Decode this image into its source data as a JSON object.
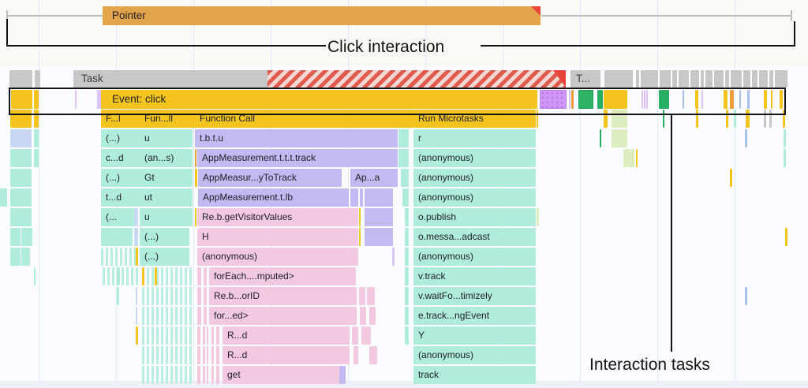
{
  "annotations": {
    "bracket_label": "Click interaction",
    "line_label": "Interaction tasks"
  },
  "pointer": {
    "label": "Pointer"
  },
  "task": {
    "label": "Task",
    "overflow_label": "T...",
    "leading_segments": [
      [
        12,
        29
      ],
      [
        44,
        7
      ]
    ],
    "trailing_segments": [
      [
        766,
        36
      ],
      [
        806,
        4
      ],
      [
        812,
        22
      ],
      [
        836,
        14
      ],
      [
        852,
        6
      ],
      [
        860,
        13
      ],
      [
        875,
        11
      ],
      [
        888,
        4
      ],
      [
        894,
        9
      ],
      [
        905,
        12
      ],
      [
        919,
        5
      ],
      [
        926,
        14
      ],
      [
        942,
        9
      ],
      [
        953,
        7
      ],
      [
        962,
        11
      ],
      [
        975,
        5
      ],
      [
        982,
        16
      ]
    ]
  },
  "event": {
    "label": "Event: click",
    "segments": [
      [
        14,
        27,
        "yellow"
      ],
      [
        43,
        6,
        "yellow"
      ],
      [
        95,
        2,
        "lavender"
      ],
      [
        123,
        5,
        "lavender"
      ],
      [
        684,
        34,
        "violet"
      ],
      [
        721,
        2,
        "lavender"
      ],
      [
        724,
        3,
        "orange"
      ],
      [
        733,
        19,
        "green_d"
      ],
      [
        757,
        7,
        "green"
      ],
      [
        765,
        30,
        "yellow"
      ],
      [
        813,
        2,
        "lavender"
      ],
      [
        816,
        2,
        "lavender"
      ],
      [
        819,
        2,
        "lavender"
      ],
      [
        835,
        13,
        "green"
      ],
      [
        865,
        2,
        "blue_sl"
      ],
      [
        881,
        4,
        "yellow"
      ],
      [
        889,
        2,
        "lavender"
      ],
      [
        917,
        5,
        "yellow"
      ],
      [
        925,
        5,
        "orange"
      ],
      [
        937,
        2,
        "blue_sl"
      ],
      [
        947,
        3,
        "blue_sl"
      ],
      [
        968,
        4,
        "yellow"
      ],
      [
        977,
        2,
        "yellow"
      ],
      [
        988,
        4,
        "yellow"
      ]
    ]
  },
  "flame_rows": [
    [
      [
        13,
        27,
        "yellow"
      ],
      [
        43,
        6,
        "yellow"
      ],
      [
        128,
        47,
        "yellow",
        "F...l"
      ],
      [
        177,
        67,
        "yellow",
        "Fun...ll"
      ],
      [
        247,
        271,
        "yellow",
        "Function Call"
      ],
      [
        505,
        4,
        "yellow"
      ],
      [
        511,
        5,
        "yellow"
      ],
      [
        524,
        149,
        "yellow",
        "Run Microtasks"
      ],
      [
        676,
        2,
        "yellow"
      ],
      [
        680,
        2,
        "yellow"
      ],
      [
        765,
        5,
        "yellow"
      ],
      [
        775,
        20,
        "green_lt"
      ],
      [
        840,
        2,
        "green"
      ],
      [
        882,
        3,
        "yellow"
      ],
      [
        920,
        3,
        "yellow"
      ],
      [
        930,
        3,
        "teal"
      ],
      [
        945,
        5,
        "yellow"
      ],
      [
        968,
        3,
        "gray"
      ],
      [
        975,
        3,
        "gray"
      ],
      [
        992,
        3,
        "yellow"
      ]
    ],
    [
      [
        13,
        27,
        "blue_lt"
      ],
      [
        43,
        6,
        "teal"
      ],
      [
        128,
        47,
        "teal",
        "(...)"
      ],
      [
        177,
        57,
        "teal",
        "u"
      ],
      [
        236,
        8,
        "teal"
      ],
      [
        247,
        251,
        "purple",
        "t.b.t.u"
      ],
      [
        505,
        13,
        "teal"
      ],
      [
        513,
        5,
        "teal"
      ],
      [
        524,
        149,
        "teal",
        "r"
      ],
      [
        676,
        3,
        "teal"
      ],
      [
        760,
        2,
        "green"
      ],
      [
        775,
        20,
        "green_lt"
      ],
      [
        944,
        3,
        "blue_sl"
      ],
      [
        993,
        3,
        "teal"
      ]
    ],
    [
      [
        13,
        27,
        "teal"
      ],
      [
        43,
        6,
        "teal"
      ],
      [
        128,
        47,
        "teal",
        "c...d"
      ],
      [
        177,
        57,
        "teal",
        "(an...s)"
      ],
      [
        236,
        8,
        "teal"
      ],
      [
        247,
        2,
        "orange"
      ],
      [
        250,
        248,
        "purple",
        "AppMeasurement.t.t.t.track"
      ],
      [
        505,
        13,
        "teal"
      ],
      [
        513,
        5,
        "teal"
      ],
      [
        524,
        149,
        "teal",
        "(anonymous)"
      ],
      [
        676,
        3,
        "teal"
      ],
      [
        790,
        14,
        "green_lt"
      ],
      [
        806,
        2,
        "yellow"
      ],
      [
        993,
        3,
        "teal"
      ]
    ],
    [
      [
        13,
        27,
        "teal"
      ],
      [
        128,
        47,
        "teal",
        "(...)"
      ],
      [
        177,
        57,
        "teal",
        "Gt"
      ],
      [
        236,
        8,
        "teal"
      ],
      [
        247,
        3,
        "yellow"
      ],
      [
        251,
        174,
        "purple",
        "AppMeasur...yToTrack"
      ],
      [
        427,
        3,
        "purple"
      ],
      [
        431,
        2,
        "purple"
      ],
      [
        444,
        54,
        "purple",
        "Ap...a"
      ],
      [
        508,
        10,
        "teal"
      ],
      [
        513,
        5,
        "teal"
      ],
      [
        524,
        149,
        "teal",
        "(anonymous)"
      ],
      [
        676,
        3,
        "teal"
      ],
      [
        925,
        3,
        "yellow"
      ]
    ],
    [
      [
        0,
        9,
        "teal"
      ],
      [
        13,
        27,
        "teal"
      ],
      [
        128,
        47,
        "teal",
        "t...d"
      ],
      [
        177,
        45,
        "teal",
        "ut"
      ],
      [
        225,
        19,
        "teal"
      ],
      [
        251,
        177,
        "purple",
        "AppMeasurement.t.lb"
      ],
      [
        430,
        12,
        "purple"
      ],
      [
        444,
        10,
        "purple"
      ],
      [
        456,
        4,
        "purple"
      ],
      [
        462,
        36,
        "purple"
      ],
      [
        510,
        8,
        "teal"
      ],
      [
        524,
        149,
        "teal",
        "(anonymous)"
      ],
      [
        676,
        3,
        "teal"
      ]
    ],
    [
      [
        13,
        27,
        "teal"
      ],
      [
        128,
        40,
        "teal",
        "(..."
      ],
      [
        170,
        5,
        "blue_lt"
      ],
      [
        177,
        38,
        "teal",
        "u"
      ],
      [
        218,
        26,
        "teal"
      ],
      [
        247,
        2,
        "yellow"
      ],
      [
        250,
        198,
        "pink",
        "Re.b.getVisitorValues"
      ],
      [
        455,
        2,
        "yellow"
      ],
      [
        462,
        36,
        "purple"
      ],
      [
        513,
        5,
        "teal"
      ],
      [
        524,
        149,
        "teal",
        "o.publish"
      ],
      [
        676,
        3,
        "teal"
      ],
      [
        680,
        3,
        "green_lt"
      ]
    ],
    [
      [
        13,
        13,
        "teal"
      ],
      [
        27,
        14,
        "teal"
      ],
      [
        128,
        40,
        "teal"
      ],
      [
        170,
        5,
        "blue_lt"
      ],
      [
        177,
        57,
        "teal",
        "(...)"
      ],
      [
        250,
        198,
        "pink",
        "H"
      ],
      [
        455,
        2,
        "yellow"
      ],
      [
        462,
        36,
        "purple"
      ],
      [
        513,
        5,
        "teal"
      ],
      [
        524,
        149,
        "teal",
        "o.messa...adcast"
      ],
      [
        676,
        3,
        "teal"
      ],
      [
        995,
        3,
        "yellow"
      ]
    ],
    [
      [
        13,
        13,
        "teal"
      ],
      [
        27,
        11,
        "teal"
      ],
      [
        128,
        44,
        "stripes"
      ],
      [
        172,
        3,
        "yellow"
      ],
      [
        177,
        57,
        "teal",
        "(...)"
      ],
      [
        250,
        198,
        "pink",
        "(anonymous)"
      ],
      [
        497,
        3,
        "lavender"
      ],
      [
        513,
        5,
        "teal"
      ],
      [
        524,
        149,
        "teal",
        "(anonymous)"
      ],
      [
        676,
        3,
        "teal"
      ]
    ],
    [
      [
        43,
        2,
        "teal"
      ],
      [
        130,
        45,
        "stripes"
      ],
      [
        148,
        4,
        "teal"
      ],
      [
        180,
        65,
        "stripes"
      ],
      [
        180,
        3,
        "yellow"
      ],
      [
        196,
        3,
        "yellow"
      ],
      [
        250,
        5,
        "pink"
      ],
      [
        258,
        4,
        "pink"
      ],
      [
        265,
        180,
        "pink",
        "forEach....mputed>"
      ],
      [
        513,
        5,
        "teal"
      ],
      [
        524,
        149,
        "teal",
        "v.track"
      ],
      [
        676,
        3,
        "teal"
      ]
    ],
    [
      [
        148,
        3,
        "teal"
      ],
      [
        172,
        2,
        "blue_lt"
      ],
      [
        180,
        65,
        "stripes"
      ],
      [
        250,
        5,
        "pink"
      ],
      [
        258,
        4,
        "pink"
      ],
      [
        265,
        172,
        "pink",
        "Re.b...orID"
      ],
      [
        440,
        12,
        "pink"
      ],
      [
        455,
        8,
        "pink"
      ],
      [
        465,
        10,
        "pink"
      ],
      [
        513,
        5,
        "teal"
      ],
      [
        524,
        149,
        "teal",
        "v.waitFo...timizely"
      ],
      [
        676,
        3,
        "teal"
      ],
      [
        944,
        3,
        "blue_sl"
      ]
    ],
    [
      [
        172,
        2,
        "blue_lt"
      ],
      [
        180,
        65,
        "stripes"
      ],
      [
        250,
        5,
        "pink"
      ],
      [
        258,
        4,
        "pink"
      ],
      [
        265,
        172,
        "pink",
        "for...ed>"
      ],
      [
        440,
        12,
        "pink"
      ],
      [
        456,
        8,
        "pink"
      ],
      [
        468,
        8,
        "pink"
      ],
      [
        513,
        5,
        "teal"
      ],
      [
        524,
        149,
        "teal",
        "e.track...ngEvent"
      ],
      [
        676,
        3,
        "teal"
      ]
    ],
    [
      [
        172,
        3,
        "yellow"
      ],
      [
        180,
        65,
        "stripes"
      ],
      [
        250,
        4,
        "pink"
      ],
      [
        257,
        3,
        "pink"
      ],
      [
        262,
        2,
        "pink"
      ],
      [
        268,
        3,
        "pink"
      ],
      [
        274,
        4,
        "pink"
      ],
      [
        282,
        146,
        "pink",
        "R...d"
      ],
      [
        433,
        10,
        "pink"
      ],
      [
        446,
        8,
        "pink"
      ],
      [
        458,
        12,
        "pink"
      ],
      [
        513,
        5,
        "teal"
      ],
      [
        524,
        149,
        "teal",
        "Y"
      ],
      [
        676,
        3,
        "teal"
      ]
    ],
    [
      [
        180,
        65,
        "stripes"
      ],
      [
        250,
        4,
        "pink"
      ],
      [
        257,
        3,
        "pink"
      ],
      [
        262,
        2,
        "pink"
      ],
      [
        268,
        3,
        "pink"
      ],
      [
        274,
        4,
        "pink"
      ],
      [
        282,
        146,
        "pink",
        "R...d"
      ],
      [
        433,
        10,
        "pink"
      ],
      [
        448,
        6,
        "pink"
      ],
      [
        468,
        10,
        "pink"
      ],
      [
        524,
        149,
        "teal",
        "(anonymous)"
      ],
      [
        676,
        3,
        "teal"
      ]
    ],
    [
      [
        180,
        65,
        "stripes"
      ],
      [
        250,
        4,
        "pink"
      ],
      [
        257,
        3,
        "pink"
      ],
      [
        262,
        2,
        "pink"
      ],
      [
        268,
        3,
        "pink"
      ],
      [
        274,
        4,
        "pink"
      ],
      [
        282,
        145,
        "pink",
        "get"
      ],
      [
        430,
        8,
        "purple"
      ],
      [
        524,
        149,
        "teal",
        "track"
      ],
      [
        676,
        3,
        "teal"
      ]
    ]
  ],
  "colors": {
    "scripting_yellow": "#F3C41E",
    "task_gray": "#C7C7C7",
    "pointer_orange": "#E3A44C",
    "flame_purple": "#C3BAF4",
    "flame_pink": "#F2C9E0",
    "flame_teal": "#AFECDC",
    "long_task_stripe_red": "#E05A4D",
    "marker_red": "#E8443A",
    "annotation_black": "#141414"
  }
}
